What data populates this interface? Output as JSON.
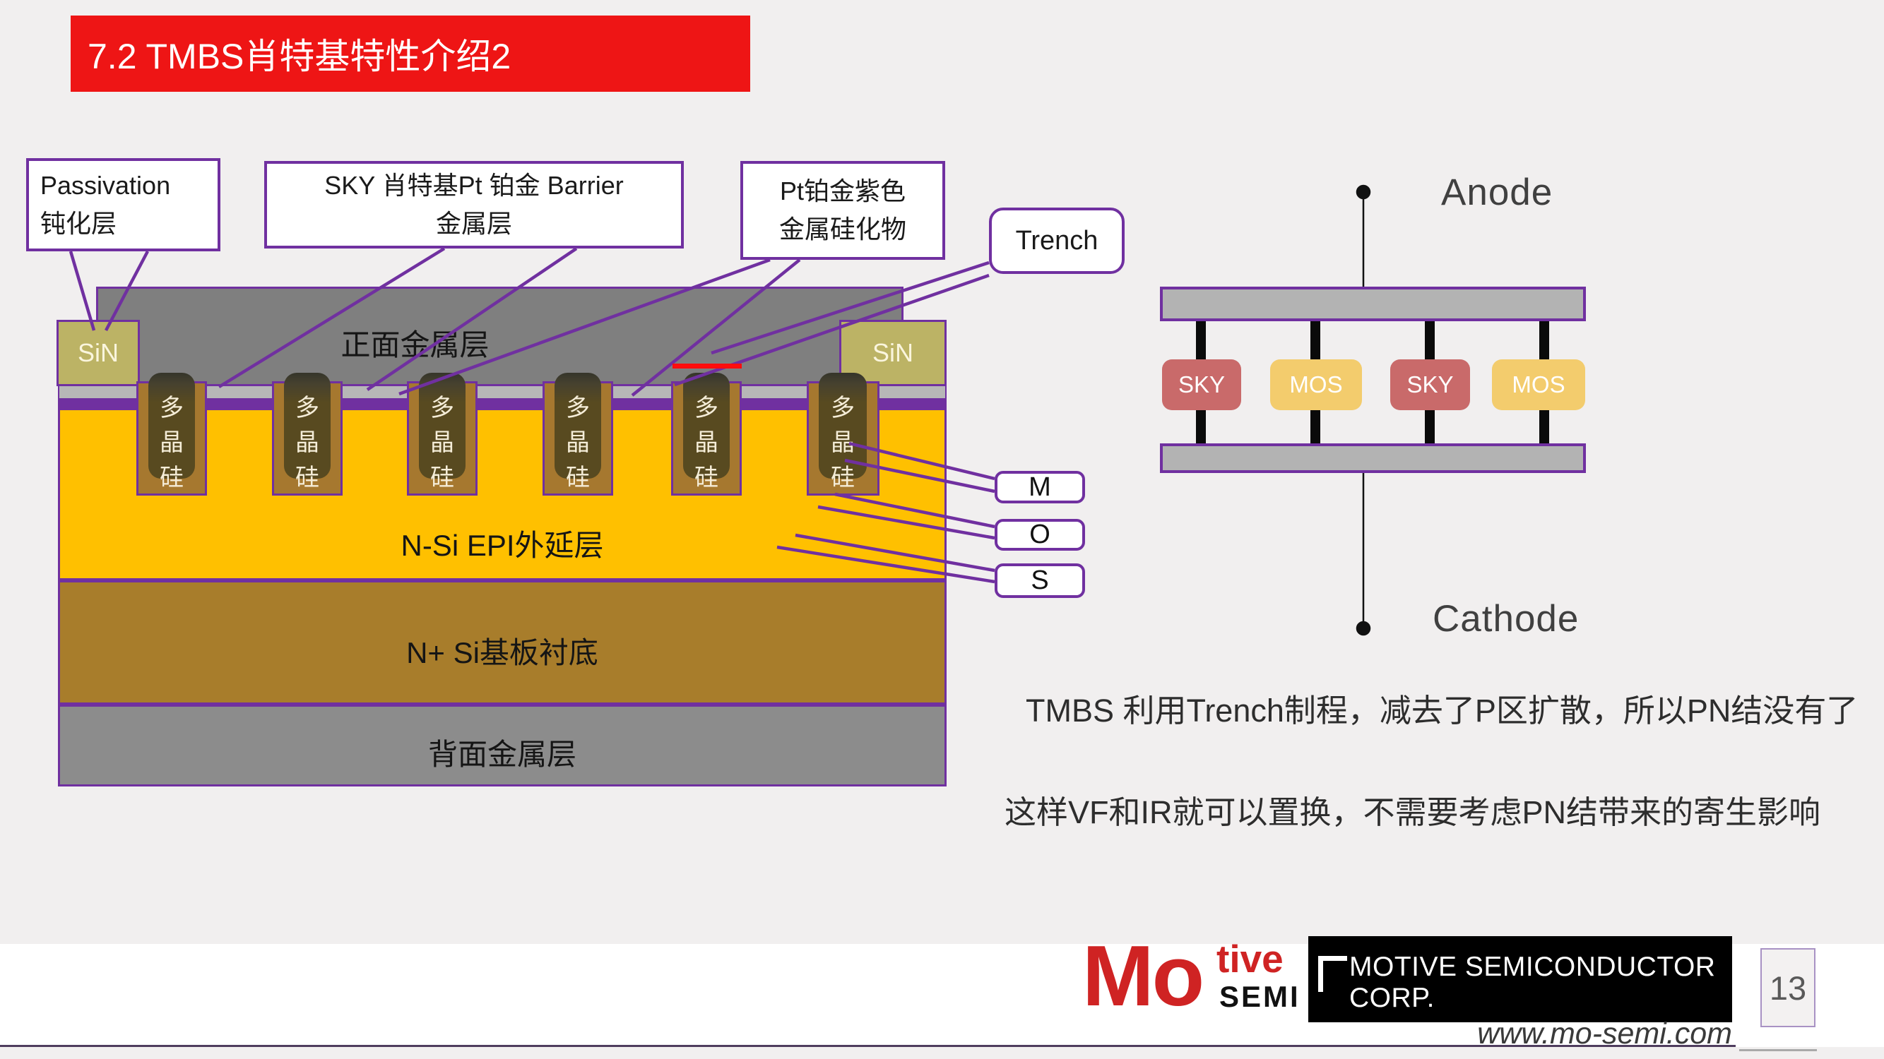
{
  "slide": {
    "title": "7.2 TMBS肖特基特性介绍2",
    "page_number": "13"
  },
  "callouts": {
    "passivation": {
      "line1": "Passivation",
      "line2": "钝化层"
    },
    "sky_barrier": {
      "line1": "SKY 肖特基Pt 铂金 Barrier",
      "line2": "金属层"
    },
    "pt_silicide": {
      "line1": "Pt铂金紫色",
      "line2": "金属硅化物"
    },
    "trench": {
      "label": "Trench"
    }
  },
  "device": {
    "front_metal_label": "正面金属层",
    "sin_label": "SiN",
    "poly_label": "多晶硅",
    "epi_label": "N-Si  EPI外延层",
    "substrate_label": "N+ Si基板衬底",
    "back_metal_label": "背面金属层",
    "mos_labels": {
      "m": "M",
      "o": "O",
      "s": "S"
    }
  },
  "circuit": {
    "anode_label": "Anode",
    "cathode_label": "Cathode",
    "blocks": [
      {
        "label": "SKY"
      },
      {
        "label": "MOS"
      },
      {
        "label": "SKY"
      },
      {
        "label": "MOS"
      }
    ]
  },
  "notes": {
    "p1": "TMBS 利用Trench制程，减去了P区扩散，所以PN结没有了",
    "p2": "这样VF和IR就可以置换，不需要考虑PN结带来的寄生影响"
  },
  "footer": {
    "logo_mo": "Mo",
    "logo_tive": "tive",
    "logo_semi": "SEMI",
    "company": "MOTIVE SEMICONDUCTOR CORP.",
    "website": "www.mo-semi.com"
  },
  "colors": {
    "title_bg": "#ee1515",
    "accent_purple": "#7030A0",
    "epi_yellow": "#FFC000",
    "substrate_brown": "#A87D2B",
    "front_metal_gray": "#7F7F7F",
    "back_metal_gray": "#8C8C8C",
    "sin_olive": "#BCB365",
    "trench_tan": "#A6782F",
    "poly_brown": "#584A20",
    "sky_block": "#C96A6A",
    "mos_block": "#F3CC6D",
    "marker_red": "#FF0D0D",
    "logo_red": "#CF2323"
  }
}
